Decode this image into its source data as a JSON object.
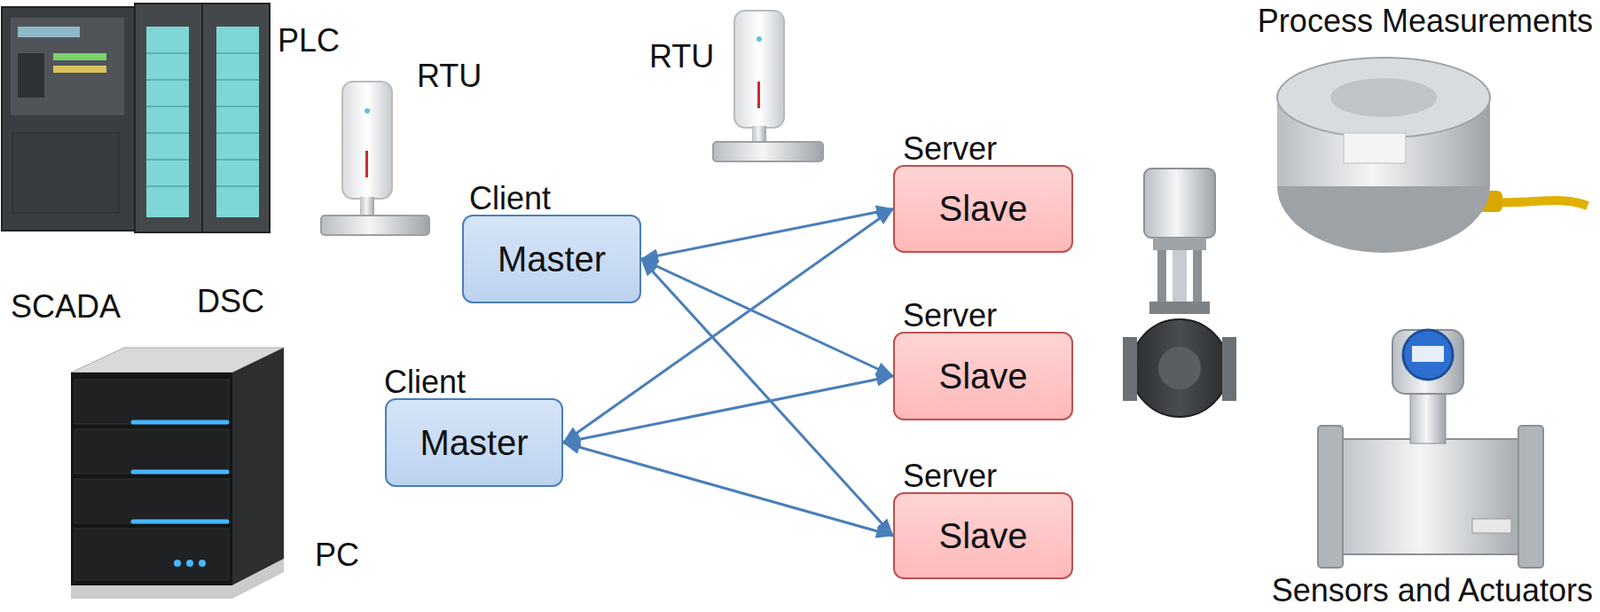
{
  "diagram": {
    "nodes": [
      {
        "text": [
          "Client",
          "Master"
        ]
      },
      {
        "text": [
          "Client",
          "Master"
        ]
      },
      {
        "text": [
          "Server",
          "Slave"
        ]
      },
      {
        "text": [
          "Server",
          "Slave"
        ]
      },
      {
        "text": [
          "Server",
          "Slave"
        ]
      }
    ],
    "edges": [
      {
        "from": 0,
        "to": 2,
        "arrow": "both"
      },
      {
        "from": 0,
        "to": 3,
        "arrow": "both"
      },
      {
        "from": 0,
        "to": 4,
        "arrow": "both"
      },
      {
        "from": 1,
        "to": 2,
        "arrow": "both"
      },
      {
        "from": 1,
        "to": 3,
        "arrow": "both"
      },
      {
        "from": 1,
        "to": 4,
        "arrow": "both"
      }
    ],
    "labels": [
      "PLC",
      "RTU",
      "RTU",
      "SCADA",
      "DSC",
      "PC",
      "Process Measurements",
      "Sensors and Actuators"
    ]
  }
}
